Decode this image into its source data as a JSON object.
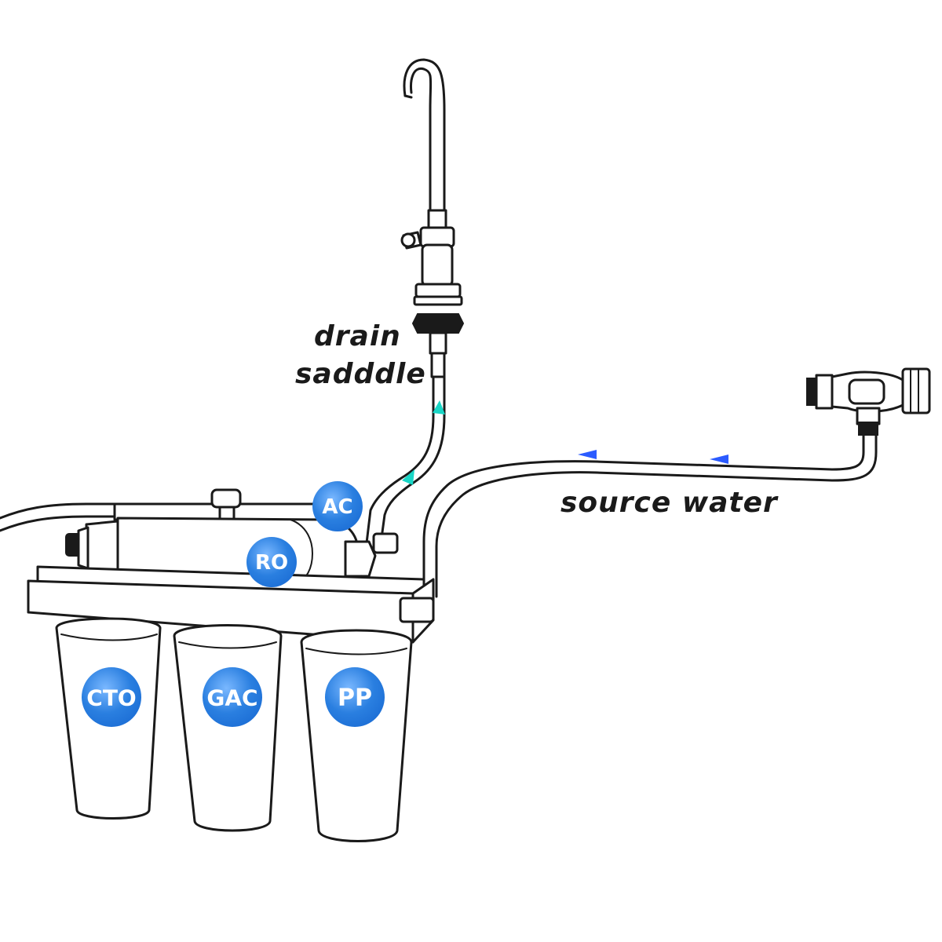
{
  "labels": {
    "drain_line1": "drain",
    "drain_line2": "sadddle",
    "source_water": "source water"
  },
  "stages": {
    "ac": "AC",
    "ro": "RO",
    "cto": "CTO",
    "gac": "GAC",
    "pp": "PP"
  },
  "colors": {
    "badge_blue": "#2a7fe0",
    "badge_blue_light": "#7ab8ff",
    "flow_arrow_blue": "#2b5bff",
    "flow_arrow_cyan": "#19d6c6",
    "line": "#1a1a1a"
  },
  "icons": [
    "faucet-icon",
    "flow-arrow-icon",
    "tee-valve-icon",
    "filter-housing-icon"
  ]
}
